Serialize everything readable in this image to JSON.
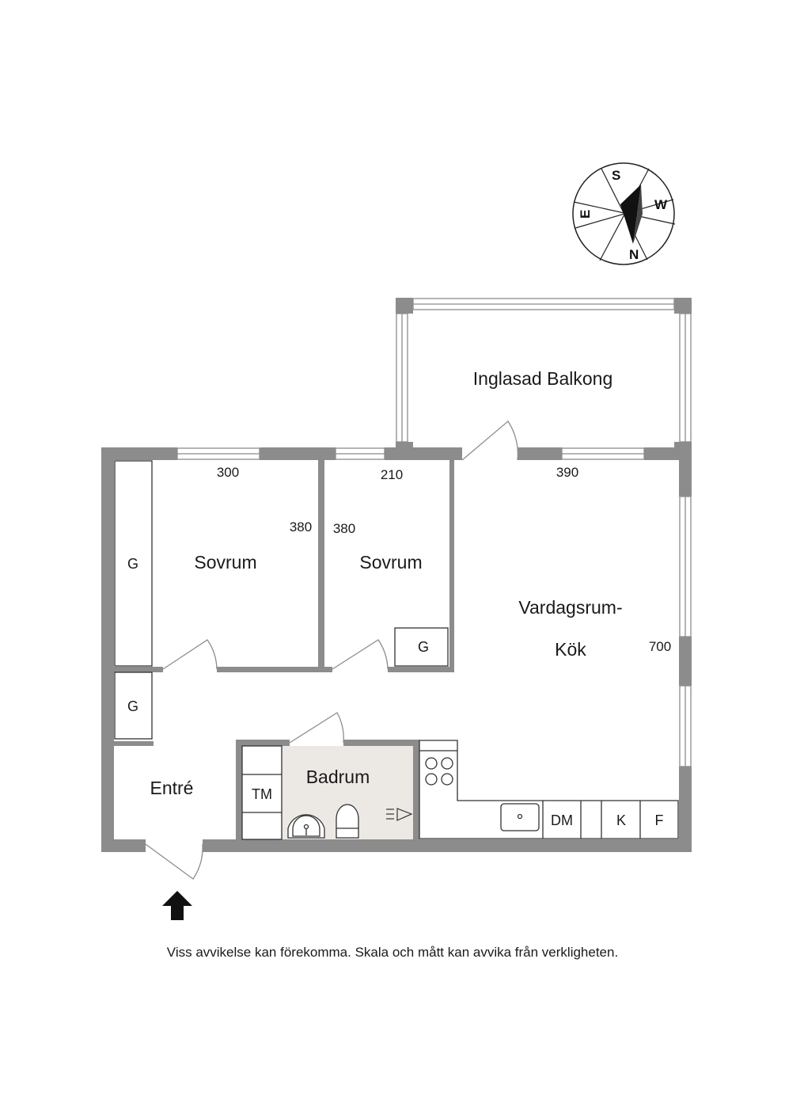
{
  "rooms": {
    "balcony": "Inglasad Balkong",
    "bedroom1": "Sovrum",
    "bedroom2": "Sovrum",
    "living_kitchen_line1": "Vardagsrum-",
    "living_kitchen_line2": "Kök",
    "bathroom": "Badrum",
    "entrance": "Entré"
  },
  "dimensions": {
    "bedroom1_width": "300",
    "bedroom1_depth": "380",
    "bedroom2_width": "210",
    "bedroom2_depth": "380",
    "living_width": "390",
    "living_depth": "700"
  },
  "fixtures": {
    "wardrobe_bedroom1": "G",
    "wardrobe_hall": "G",
    "wardrobe_bedroom2": "G",
    "washing_machine": "TM",
    "dishwasher": "DM",
    "fridge": "K",
    "freezer": "F"
  },
  "compass": {
    "north": "N",
    "south": "S",
    "east": "E",
    "west": "W"
  },
  "colors": {
    "wall": "#8c8c8c",
    "bathroom_floor": "#ece9e4"
  },
  "disclaimer": "Viss avvikelse kan förekomma. Skala och mått kan avvika från verkligheten."
}
